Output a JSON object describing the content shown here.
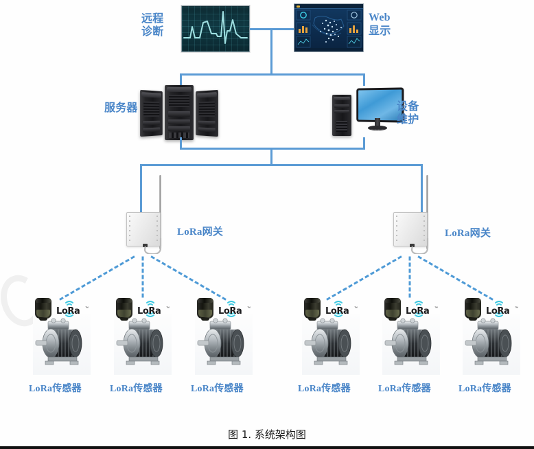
{
  "figure": {
    "caption": "图 1. 系统架构图",
    "accent_color": "#4a86c8",
    "line_color": "#5b9bd5",
    "link_color": "#4e9ad6"
  },
  "tier_cloud": {
    "remote_diagnosis": {
      "label_line1": "远程",
      "label_line2": "诊断",
      "icon": "ecg-waveform-monitor"
    },
    "web_display": {
      "label_line1": "Web",
      "label_line2": "显示",
      "icon": "web-dashboard-screen"
    }
  },
  "tier_server": {
    "server": {
      "label": "服务器",
      "icon": "server-rack-cluster"
    },
    "maintenance": {
      "label_line1": "设备",
      "label_line2": "维护",
      "icon": "desktop-computer"
    }
  },
  "tier_gateway": {
    "gateways": [
      {
        "label": "LoRa网关",
        "icon": "lora-gateway-box"
      },
      {
        "label": "LoRa网关",
        "icon": "lora-gateway-box"
      }
    ]
  },
  "tier_sensors": {
    "logo_text": "LoRa",
    "logo_tm": "™",
    "nodes": [
      {
        "label": "LoRa传感器",
        "icon": "vibration-sensor"
      },
      {
        "label": "LoRa传感器",
        "icon": "vibration-sensor"
      },
      {
        "label": "LoRa传感器",
        "icon": "vibration-sensor"
      },
      {
        "label": "LoRa传感器",
        "icon": "vibration-sensor"
      },
      {
        "label": "LoRa传感器",
        "icon": "vibration-sensor"
      },
      {
        "label": "LoRa传感器",
        "icon": "vibration-sensor"
      }
    ]
  }
}
